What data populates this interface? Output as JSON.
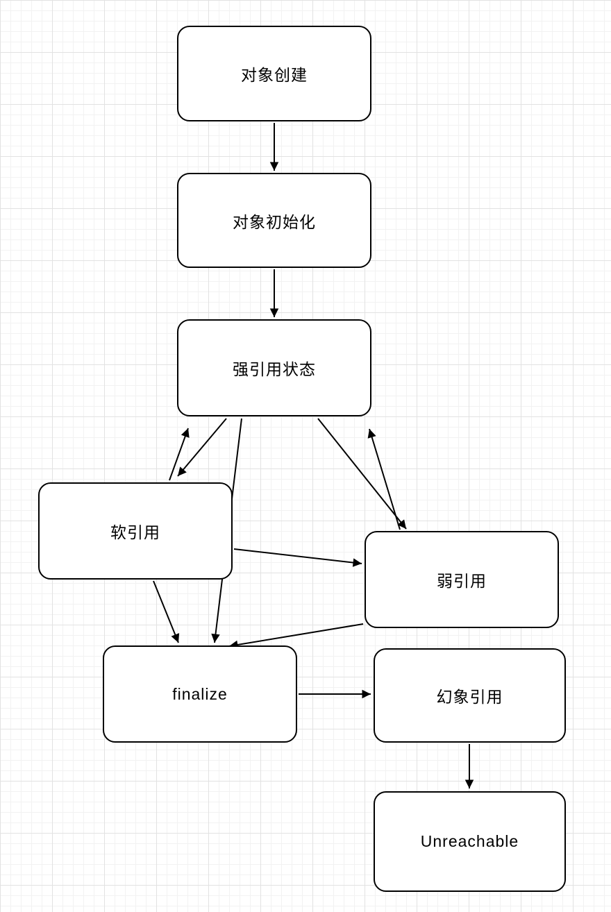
{
  "diagram": {
    "type": "flowchart",
    "theme": {
      "node_fill": "#ffffff",
      "node_stroke": "#000000",
      "edge_color": "#000000",
      "grid_minor_color": "#f2f2f2",
      "grid_major_color": "#e2e2e2"
    },
    "nodes": {
      "create": {
        "label": "对象创建"
      },
      "init": {
        "label": "对象初始化"
      },
      "strong": {
        "label": "强引用状态"
      },
      "soft": {
        "label": "软引用"
      },
      "weak": {
        "label": "弱引用"
      },
      "finalize": {
        "label": "finalize"
      },
      "phantom": {
        "label": "幻象引用"
      },
      "unreachable": {
        "label": "Unreachable"
      }
    },
    "edges": [
      {
        "from": "对象创建",
        "to": "对象初始化",
        "type": "arrow"
      },
      {
        "from": "对象初始化",
        "to": "强引用状态",
        "type": "arrow"
      },
      {
        "from": "强引用状态",
        "to": "软引用",
        "type": "bidirectional"
      },
      {
        "from": "强引用状态",
        "to": "弱引用",
        "type": "bidirectional"
      },
      {
        "from": "强引用状态",
        "to": "finalize",
        "type": "arrow"
      },
      {
        "from": "软引用",
        "to": "弱引用",
        "type": "arrow"
      },
      {
        "from": "软引用",
        "to": "finalize",
        "type": "arrow"
      },
      {
        "from": "弱引用",
        "to": "finalize",
        "type": "arrow"
      },
      {
        "from": "finalize",
        "to": "幻象引用",
        "type": "arrow"
      },
      {
        "from": "幻象引用",
        "to": "Unreachable",
        "type": "arrow"
      }
    ]
  }
}
